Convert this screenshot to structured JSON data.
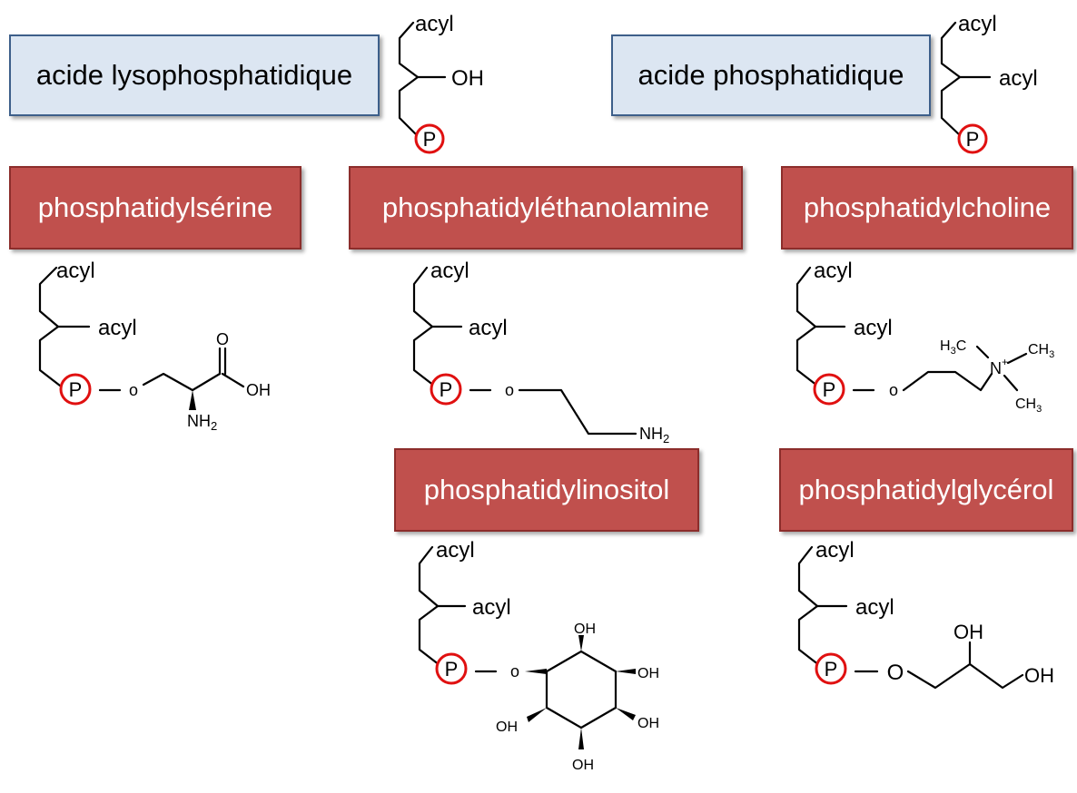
{
  "boxes": {
    "lpa": "acide lysophosphatidique",
    "pa": "acide phosphatidique",
    "ps": "phosphatidylsérine",
    "pe": "phosphatidyléthanolamine",
    "pc": "phosphatidylcholine",
    "pi": "phosphatidylinositol",
    "pg": "phosphatidylglycérol"
  },
  "atoms": {
    "acyl": "acyl",
    "oh": "OH",
    "p": "P",
    "o": "O",
    "o_small": "o",
    "h3c": "H3C",
    "ch3": "CH3",
    "n_plus": "N+",
    "nh2": "NH2",
    "dash": "—"
  },
  "colors": {
    "blue_fill": "#dce6f2",
    "blue_border": "#3d5f8a",
    "red_fill": "#c0504d",
    "red_border": "#8c2d2b",
    "phosphate_ring": "#e01010"
  }
}
